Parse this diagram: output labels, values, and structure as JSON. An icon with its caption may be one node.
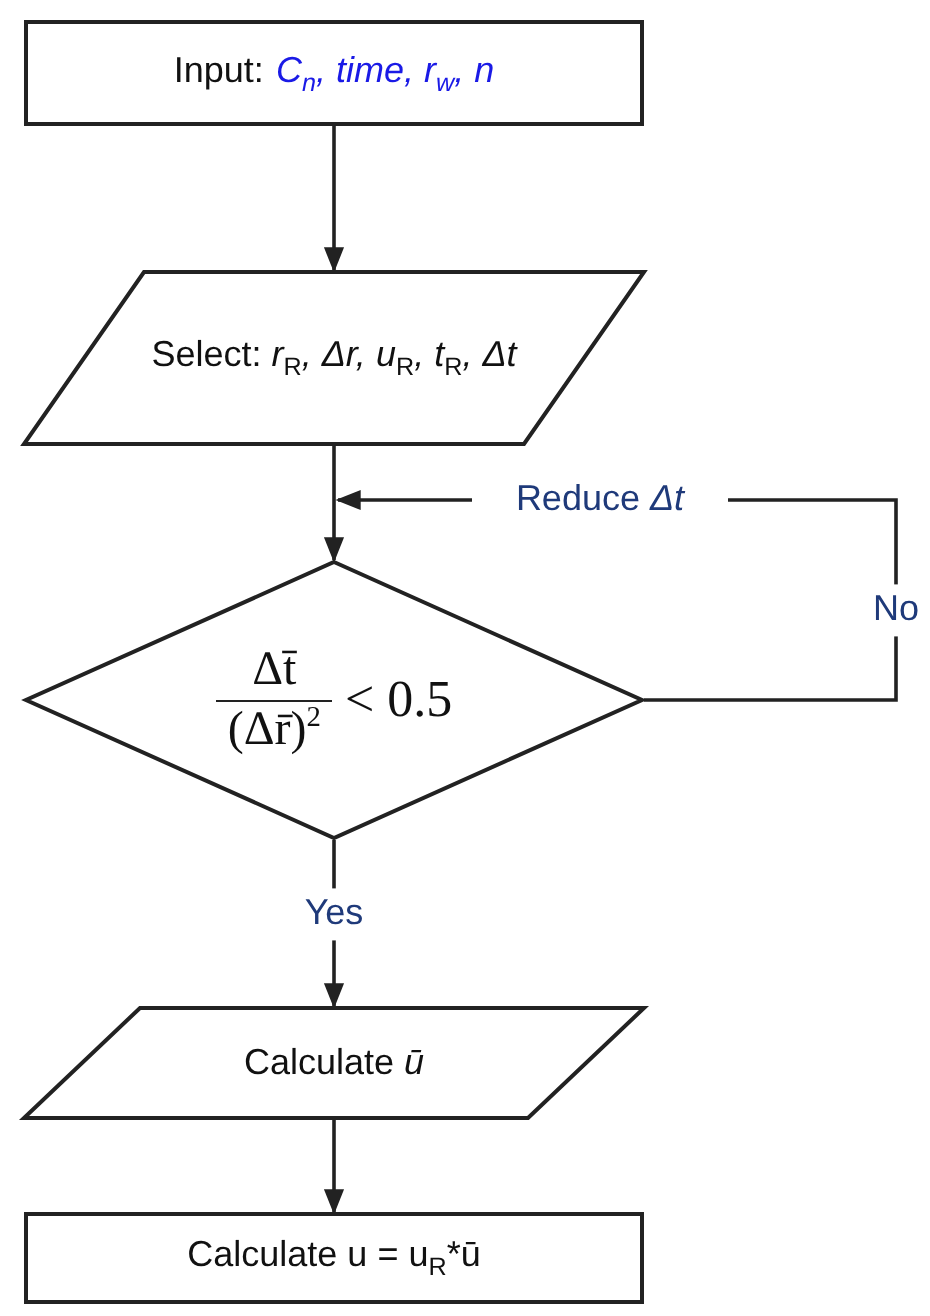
{
  "diagram": {
    "nodes": [
      {
        "text": [
          "Input:",
          "C$_{n}$, time, r$_{w}$, n"
        ]
      },
      {
        "text": [
          "Select: *r*$_{R}$*, Δr,* *u*$_{R}$*, t*$_{R}$*, Δt*"
        ]
      },
      {
        "text": [
          "Reduce *Δt*"
        ]
      },
      {
        "text": [
          "Δt̄",
          "(Δr̄)$^{2}$",
          "< 0.5"
        ]
      },
      {
        "text": [
          "Calculate *ū*"
        ]
      },
      {
        "text": [
          "Calculate u = u$_{R}$*ū"
        ]
      }
    ],
    "edges": [
      {
        "from": 0,
        "to": 1,
        "arrow": "to"
      },
      {
        "from": 1,
        "to": 3,
        "arrow": "to"
      },
      {
        "from": 3,
        "to": 2,
        "arrow": "none",
        "label": "No"
      },
      {
        "from": 2,
        "to": null,
        "arrow": "to"
      },
      {
        "from": 3,
        "to": 4,
        "arrow": "to",
        "label": "Yes"
      },
      {
        "from": 4,
        "to": 5,
        "arrow": "to"
      }
    ]
  }
}
